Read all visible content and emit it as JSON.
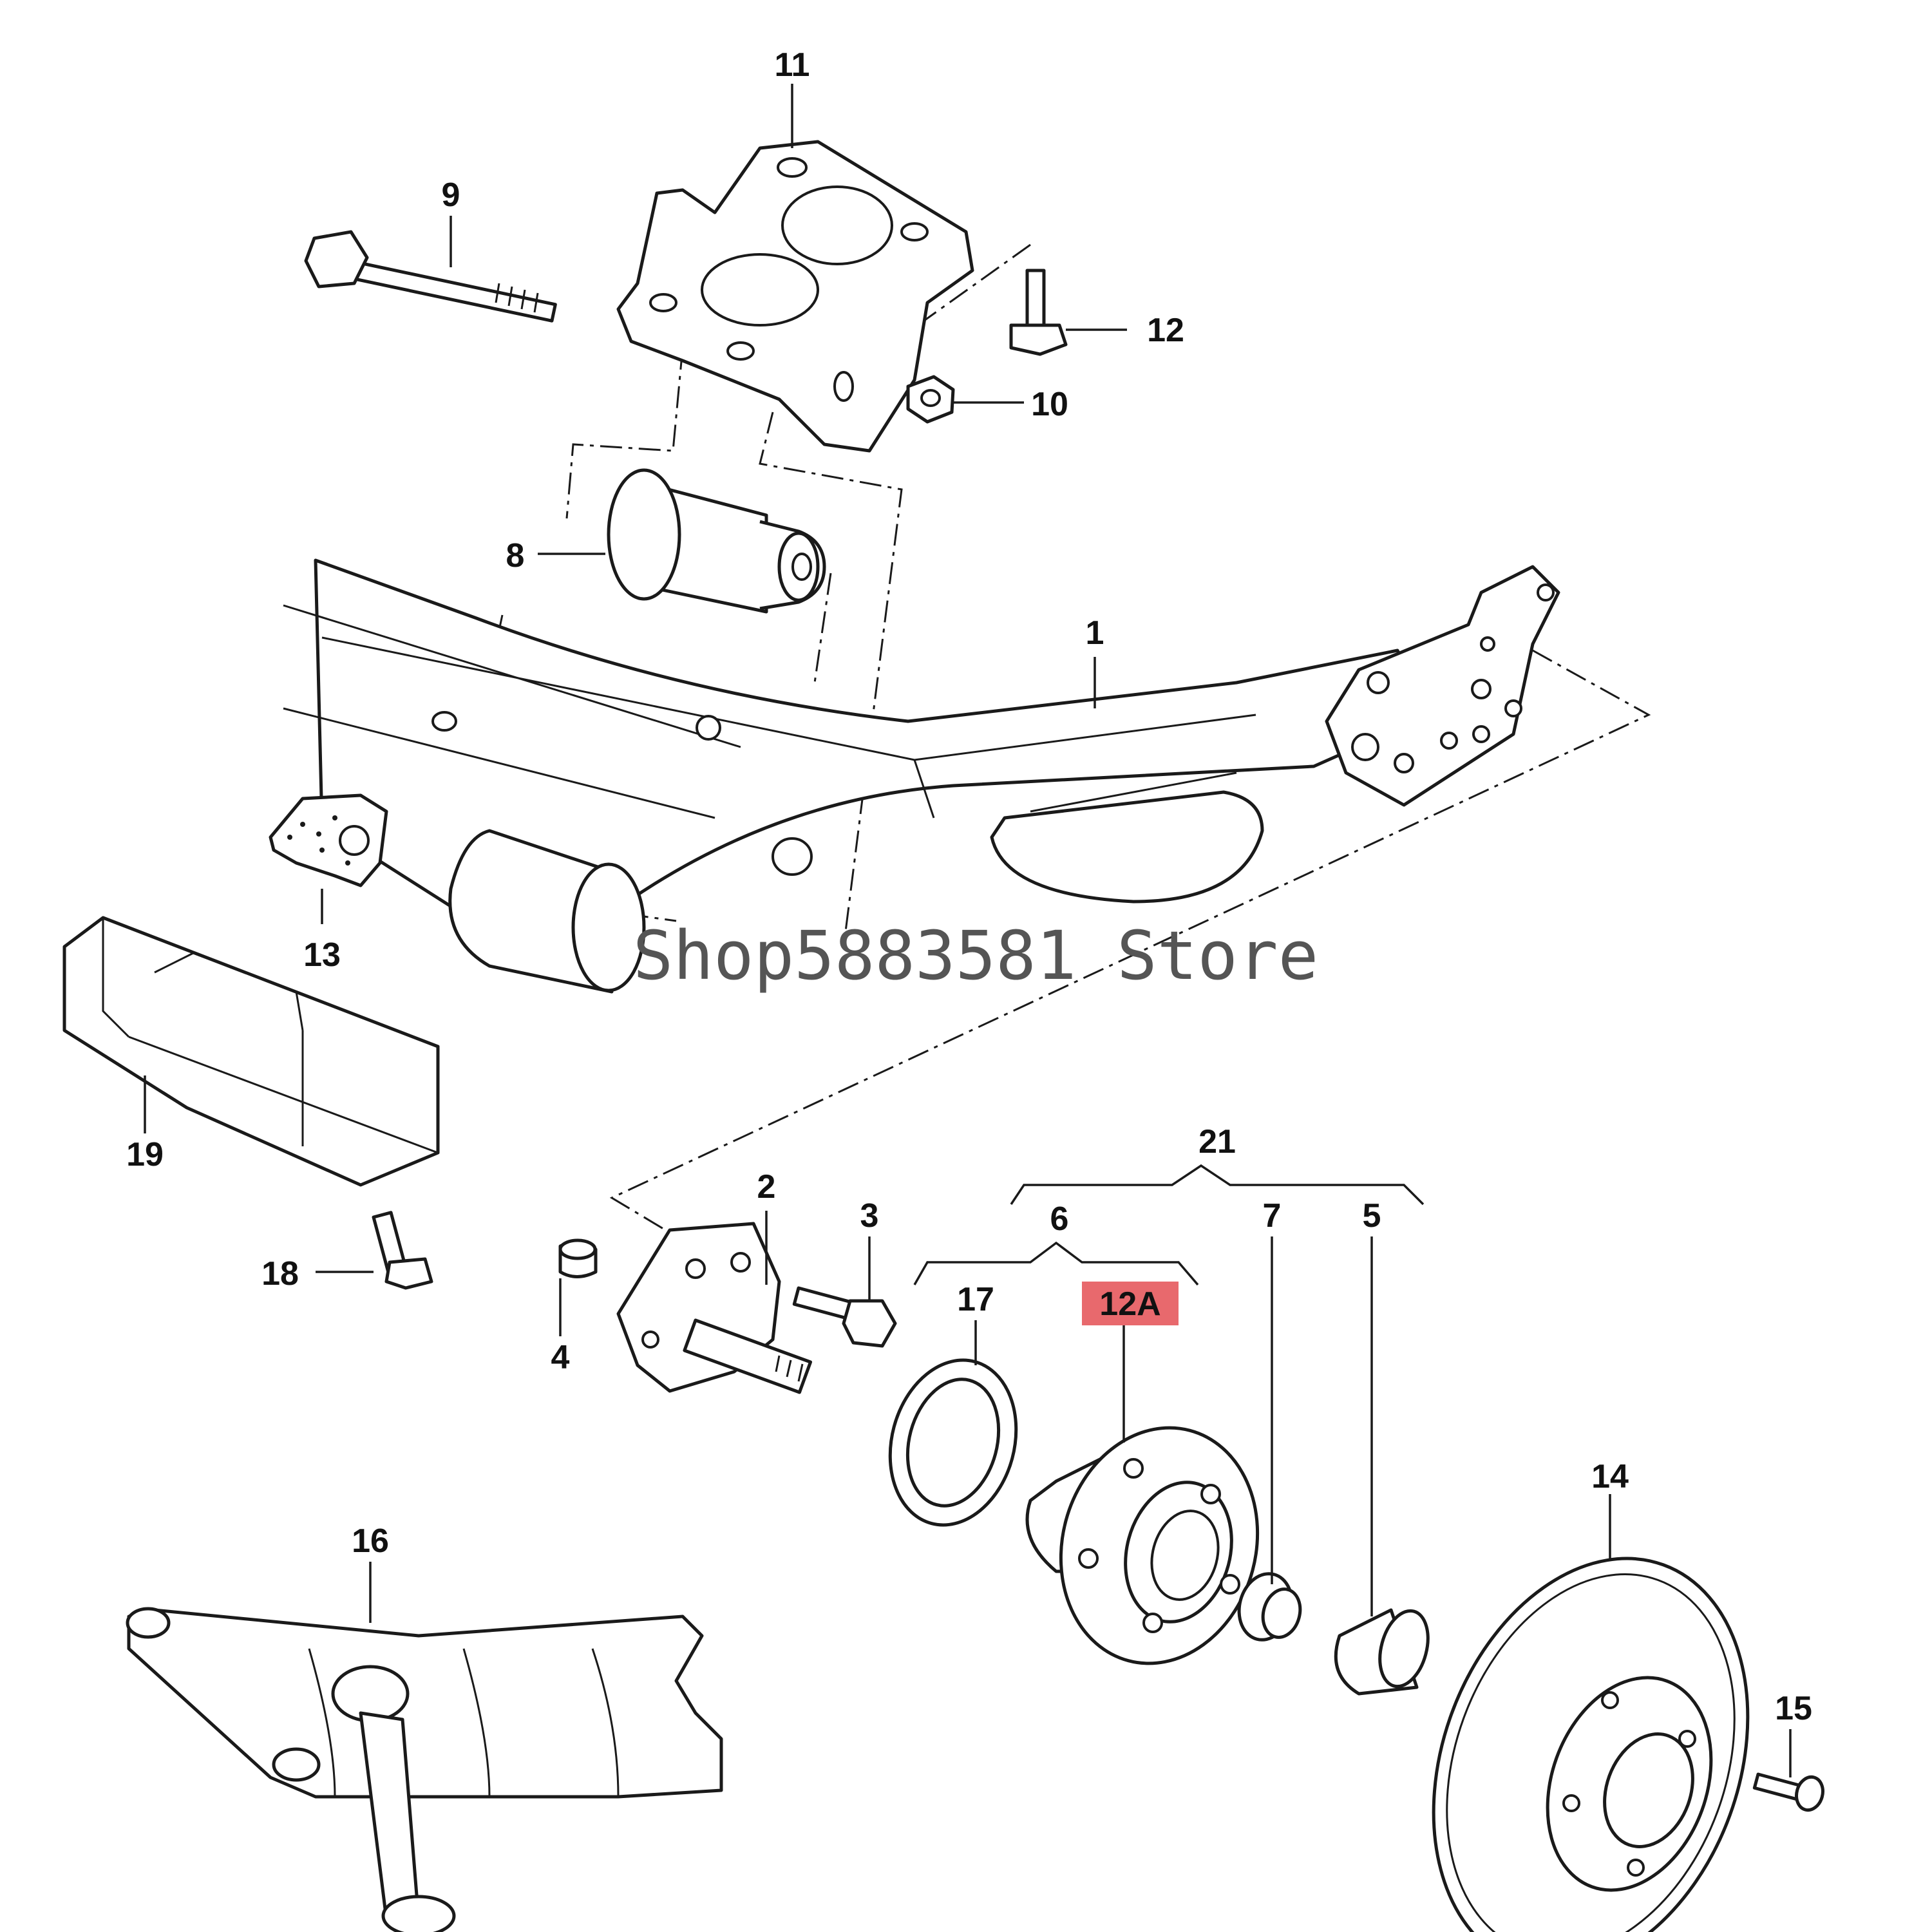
{
  "watermark": "Shop5883581 Store",
  "highlight_color": "#e8696d",
  "labels": {
    "l1": "1",
    "l2": "2",
    "l3": "3",
    "l4": "4",
    "l5": "5",
    "l6": "6",
    "l7": "7",
    "l8": "8",
    "l9": "9",
    "l10": "10",
    "l11": "11",
    "l12": "12",
    "l12a": "12A",
    "l13": "13",
    "l14": "14",
    "l15": "15",
    "l16": "16",
    "l17": "17",
    "l18": "18",
    "l19": "19",
    "l21": "21"
  }
}
